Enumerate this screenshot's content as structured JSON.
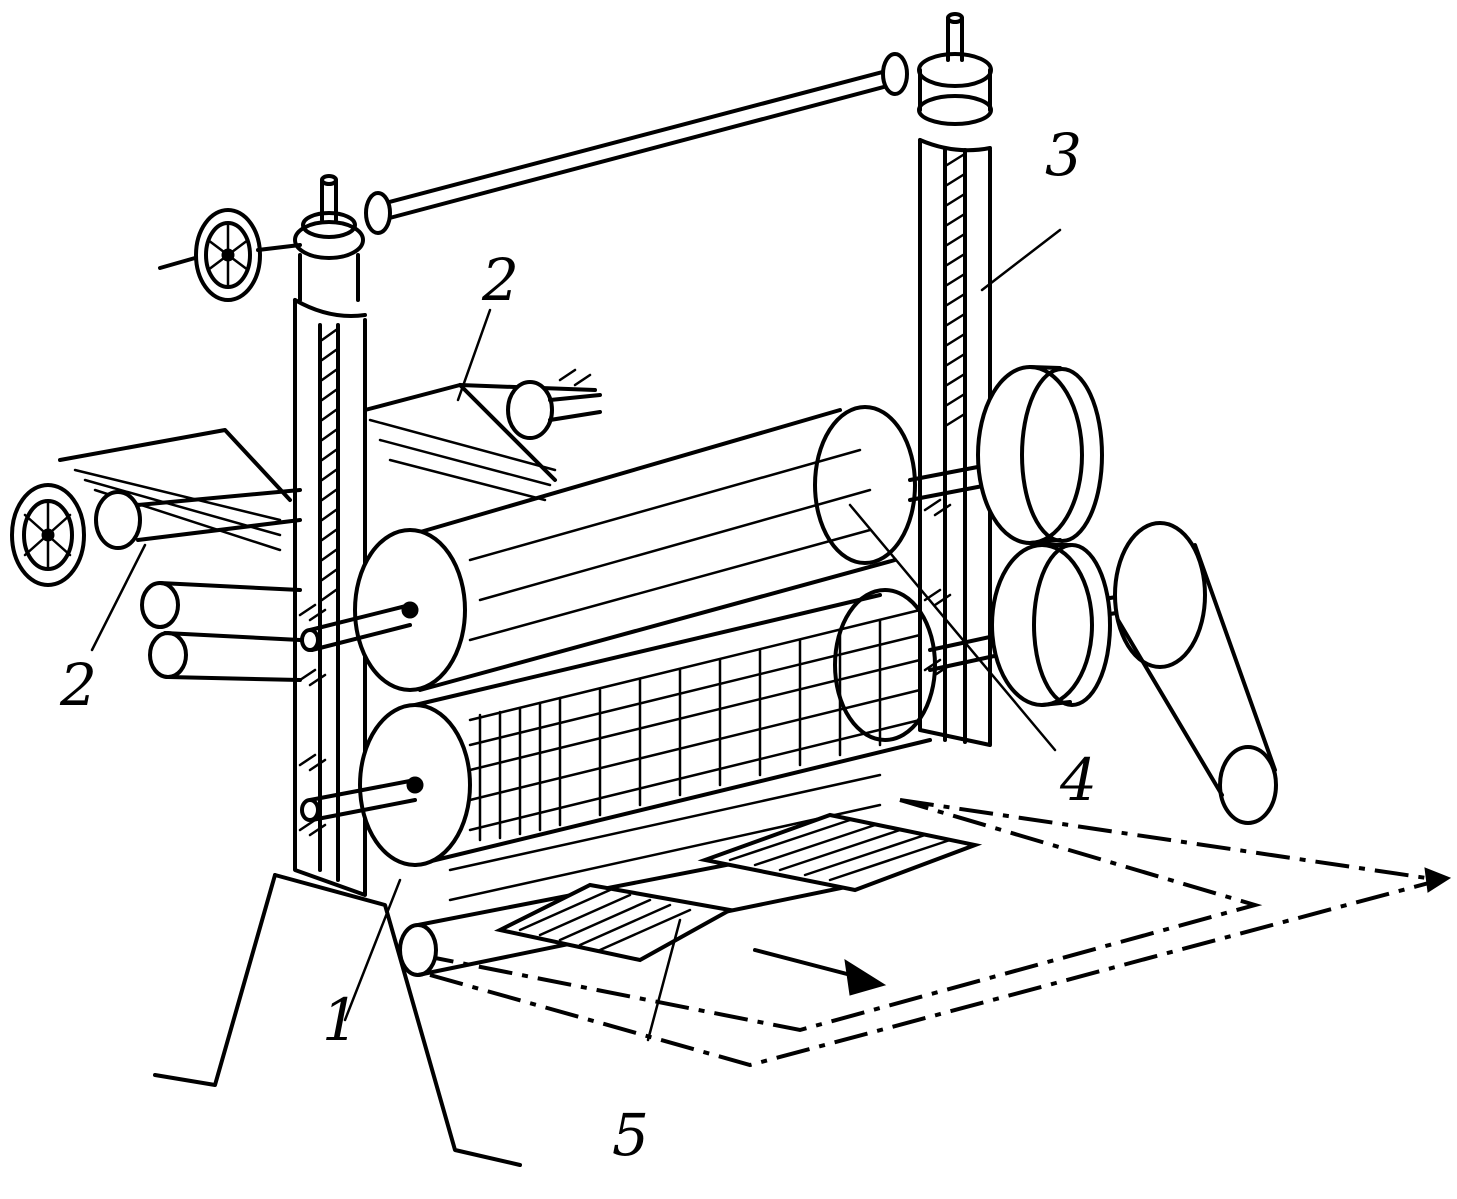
{
  "callouts": [
    {
      "id": "rollers",
      "text": "1"
    },
    {
      "id": "sheet-top",
      "text": "2"
    },
    {
      "id": "sheet-left",
      "text": "2"
    },
    {
      "id": "screw-column",
      "text": "3"
    },
    {
      "id": "upper-roller",
      "text": "4"
    },
    {
      "id": "cut-tiles",
      "text": "5"
    }
  ],
  "conveyor_direction": "forward-right"
}
